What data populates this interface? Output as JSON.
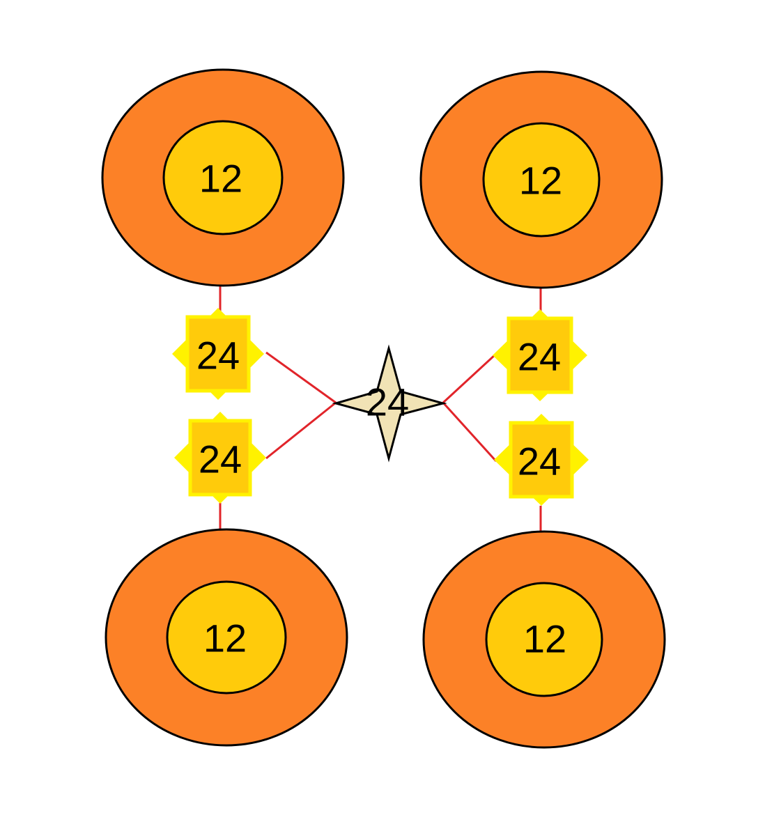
{
  "colors": {
    "outer_ring": "#FC8127",
    "inner_disc": "#FFCB0B",
    "star_burst": "#FFF200",
    "star_core": "#FFCB0B",
    "center_node": "#F1E3B5",
    "edge": "#E1242A",
    "outline": "#000000"
  },
  "icons": {
    "ring_node": "ring-disc",
    "burst_node": "eight-point-star",
    "center_node": "four-point-star"
  },
  "nodes": {
    "ring_top_left": "12",
    "ring_top_right": "12",
    "ring_bottom_left": "12",
    "ring_bottom_right": "12",
    "star_upper_left": "24",
    "star_lower_left": "24",
    "star_upper_right": "24",
    "star_lower_right": "24",
    "center": "24"
  }
}
